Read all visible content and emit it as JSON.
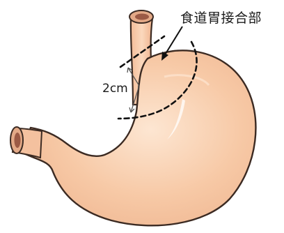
{
  "labels": {
    "region": "食道胃接合部",
    "distance": "2cm"
  },
  "colors": {
    "stomach_fill": "#f7c9a6",
    "stomach_highlight": "#fde6d2",
    "stomach_shadow": "#e9a884",
    "outline": "#3b2a22",
    "lumen": "#c98a6c",
    "lumen_inner": "#8a4a3a",
    "annotation": "#111111"
  },
  "icons": {
    "arrow": "arrow-pointer",
    "measure": "double-arrow-bracket"
  }
}
